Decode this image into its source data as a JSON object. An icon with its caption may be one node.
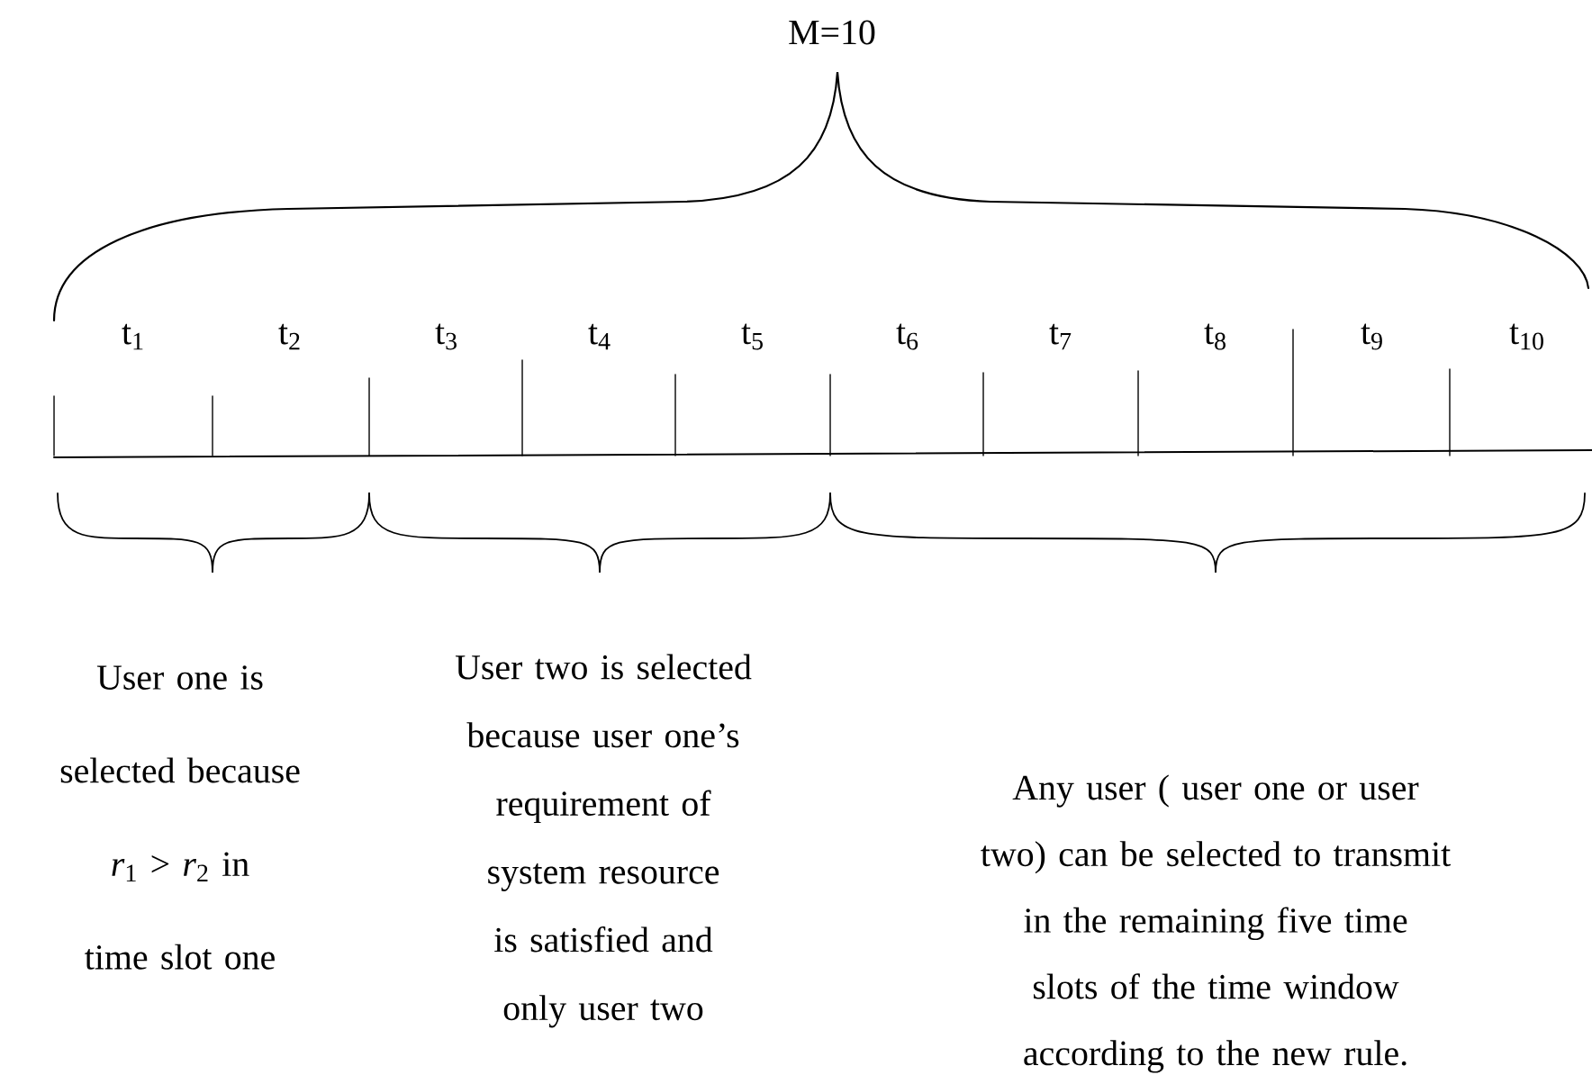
{
  "diagram": {
    "labels": [
      "M=10",
      "t$_{1}$",
      "t$_{2}$",
      "t$_{3}$",
      "t$_{4}$",
      "t$_{5}$",
      "t$_{6}$",
      "t$_{7}$",
      "t$_{8}$",
      "t$_{9}$",
      "t$_{10}$",
      "User one is selected because *r*$_{1}$ > *r*$_{2}$ in time slot one",
      "User two is selected because user one’s requirement of system resource is satisfied and only user two",
      "Any user ( user one or user two) can be selected to transmit in the remaining five time slots of the time window according to the new rule."
    ]
  }
}
